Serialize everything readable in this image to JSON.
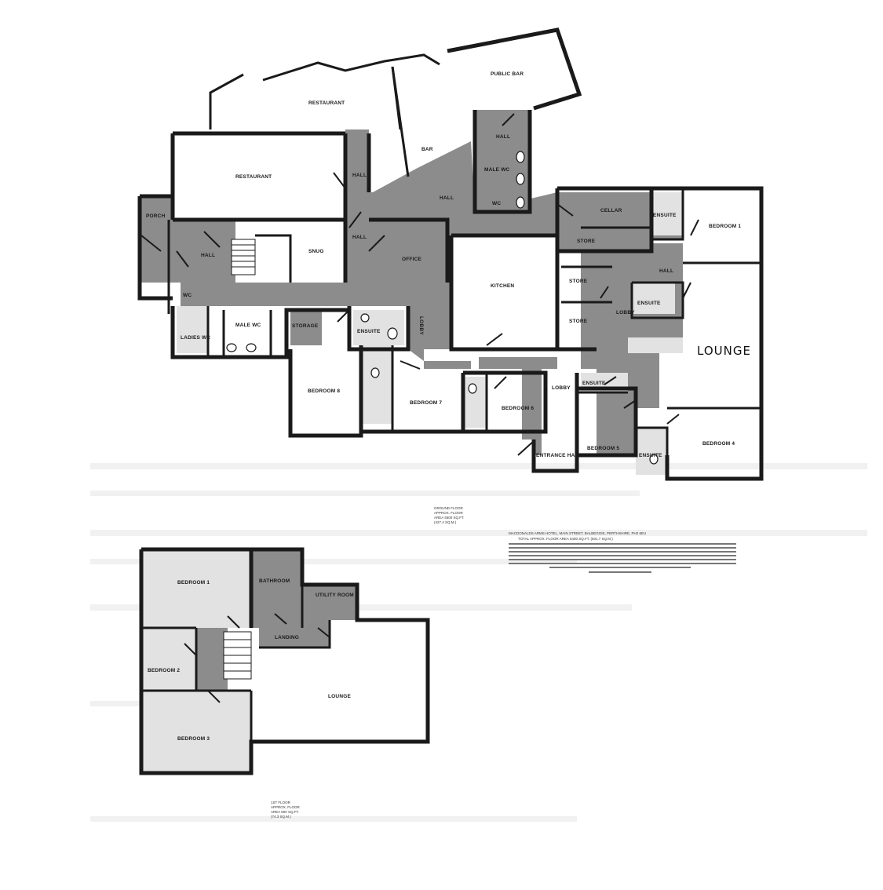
{
  "ground_floor": {
    "rooms": {
      "public_bar": "PUBLIC BAR",
      "restaurant_upper": "RESTAURANT",
      "restaurant": "RESTAURANT",
      "bar": "BAR",
      "hall_top": "HALL",
      "hall_mid": "HALL",
      "hall_right": "HALL",
      "hall_left": "HALL",
      "hall_upper": "HALL",
      "hall_east": "HALL",
      "porch": "PORCH",
      "snug": "SNUG",
      "office": "OFFICE",
      "kitchen": "KITCHEN",
      "cellar": "CELLAR",
      "store_1": "STORE",
      "store_2": "STORE",
      "store_3": "STORE",
      "ensuite_1": "ENSUITE",
      "ensuite_2": "ENSUITE",
      "ensuite_3": "ENSUITE",
      "ensuite_4": "ENSUITE",
      "ensuite_5": "ENSUITE",
      "bedroom_1": "BEDROOM 1",
      "bedroom_4": "BEDROOM 4",
      "bedroom_5": "BEDROOM 5",
      "bedroom_6": "BEDROOM 6",
      "bedroom_7": "BEDROOM 7",
      "bedroom_8": "BEDROOM 8",
      "lounge": "LOUNGE",
      "lobby_1": "LOBBY",
      "lobby_2": "LOBBY",
      "lobby_3": "LOBBY",
      "entrance_hall": "ENTRANCE HALL",
      "male_wc_top": "MALE WC",
      "wc_top": "WC",
      "wc_left": "WC",
      "male_wc": "MALE WC",
      "ladies_wc": "LADIES WC",
      "storage": "STORAGE"
    },
    "caption": [
      "GROUND FLOOR",
      "APPROX. FLOOR",
      "AREA 4600 SQ.FT.",
      "(427.4 SQ.M.)"
    ]
  },
  "address_block": [
    "MACDONALDS ARMS HOTEL, MAIN STREET, BALBEGGIE, PERTHSHIRE, PH2 6EU",
    "TOTAL APPROX. FLOOR AREA 5400 SQ.FT. (501.7 SQ.M.)"
  ],
  "first_floor": {
    "rooms": {
      "bedroom_1": "BEDROOM 1",
      "bathroom": "BATHROOM",
      "utility": "UTILITY ROOM",
      "landing": "LANDING",
      "bedroom_2": "BEDROOM 2",
      "lounge": "LOUNGE",
      "bedroom_3": "BEDROOM 3"
    },
    "caption": [
      "1ST FLOOR",
      "APPROX. FLOOR",
      "AREA 800 SQ.FT.",
      "(74.3 SQ.M.)"
    ]
  },
  "colors": {
    "shaded": "#8c8c8c",
    "light": "#e2e2e2",
    "wall": "#1a1a1a"
  }
}
